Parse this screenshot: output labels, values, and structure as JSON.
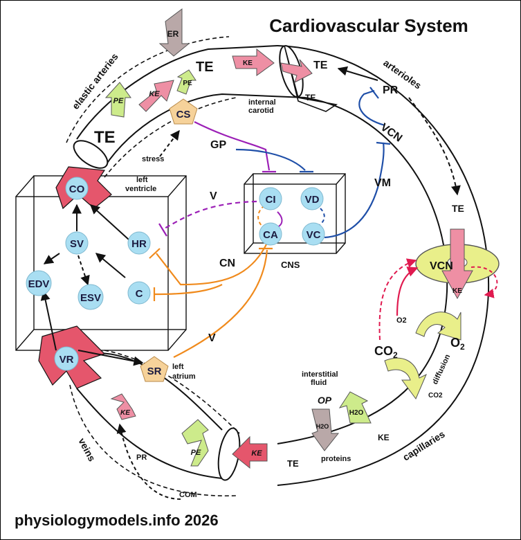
{
  "title": "Cardiovascular System",
  "footer": "physiologymodels.info  2026",
  "labels": {
    "elastic_arteries": "elastic arteries",
    "arterioles": "arterioles",
    "capillaries": "capillaries",
    "veins": "veins",
    "internal_carotid_1": "internal",
    "internal_carotid_2": "carotid",
    "left_ventricle_1": "left",
    "left_ventricle_2": "ventricle",
    "left_atrium_1": "left",
    "left_atrium_2": "atrium",
    "cns": "CNS",
    "interstitial_1": "interstitial",
    "interstitial_2": "fluid",
    "proteins": "proteins",
    "diffusion": "diffusion",
    "stress": "stress",
    "com": "COM",
    "pr_vein": "PR"
  },
  "nodes": {
    "co": "CO",
    "sv": "SV",
    "hr": "HR",
    "edv": "EDV",
    "esv": "ESV",
    "c": "C",
    "vr": "VR",
    "ci": "CI",
    "vd": "VD",
    "ca": "CA",
    "vc": "VC",
    "cs": "CS",
    "sr": "SR"
  },
  "edges": {
    "gp": "GP",
    "v_top": "V",
    "cn": "CN",
    "v_bottom": "V",
    "vm": "VM",
    "pr_arteriole": "PR",
    "vcn_arteriole": "VCN",
    "vcn_ring": "VCN"
  },
  "arrows": {
    "er": "ER",
    "ke_top": "KE",
    "pe_top": "PE",
    "ke_aorta": "KE",
    "pe_aorta": "PE",
    "ke_ring": "KE",
    "ke_vein_entry": "KE",
    "pe_vein": "PE",
    "ke_vein": "KE",
    "h2o_op": "H2O",
    "op": "OP",
    "h2o_ke": "H2O",
    "ke_capillary": "KE",
    "o2_small": "O2",
    "co2_small": "CO2"
  },
  "te_labels": {
    "te_aorta_top": "TE",
    "te_aorta_big": "TE",
    "te_arteriole_top": "TE",
    "te_arteriole_mouth": "TE",
    "te_arteriole_mid": "TE",
    "te_capillary": "TE"
  },
  "gases": {
    "co2": "CO",
    "co2_sub": "2",
    "o2": "O",
    "o2_sub": "2"
  },
  "colors": {
    "purple": "#9b1fb6",
    "blue": "#1f4fa8",
    "orange": "#f08a1c",
    "red_dash": "#e01a4f",
    "node_fill": "#a9def2",
    "pent_fill": "#f6d29a",
    "pink_arrow": "#ee8fa4",
    "green_arrow": "#cdeb8b",
    "yellow": "#e9ef8a",
    "grey_arrow": "#b9a8a8",
    "heart_red": "#e5566c"
  }
}
